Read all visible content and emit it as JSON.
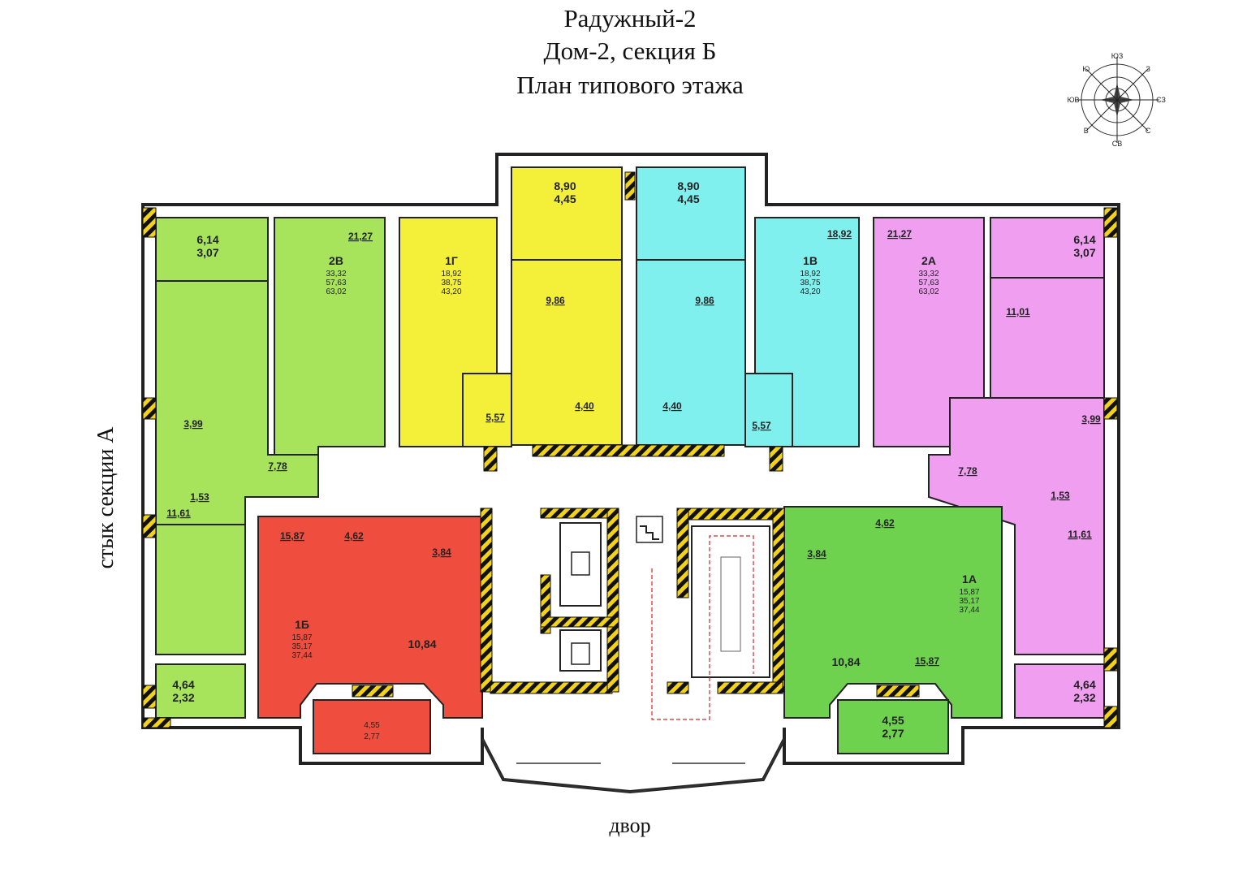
{
  "header": {
    "line1": "Радужный-2",
    "line2": "Дом-2, секция Б",
    "line3": "План типового этажа"
  },
  "side_label": "стык секции А",
  "bottom_label": "двор",
  "compass": {
    "labels": [
      "ЮЗ",
      "З",
      "СЗ",
      "С",
      "СВ",
      "В",
      "ЮВ",
      "Ю"
    ]
  },
  "colors": {
    "apt_2v": "#a7e35b",
    "apt_1g": "#f4f03a",
    "apt_1v": "#7ff0ee",
    "apt_2a": "#ef9ef0",
    "apt_1b": "#ef4d3d",
    "apt_1a": "#6fd24f"
  },
  "apartments": [
    {
      "id": "2v",
      "name": "2В",
      "areas": [
        "33,32",
        "57,63",
        "63,02"
      ]
    },
    {
      "id": "1g",
      "name": "1Г",
      "areas": [
        "18,92",
        "38,75",
        "43,20"
      ]
    },
    {
      "id": "1v",
      "name": "1В",
      "areas": [
        "18,92",
        "38,75",
        "43,20"
      ]
    },
    {
      "id": "2a",
      "name": "2А",
      "areas": [
        "33,32",
        "57,63",
        "63,02"
      ]
    },
    {
      "id": "1b",
      "name": "1Б",
      "areas": [
        "15,87",
        "35,17",
        "37,44"
      ]
    },
    {
      "id": "1a",
      "name": "1А",
      "areas": [
        "15,87",
        "35,17",
        "37,44"
      ]
    }
  ],
  "rooms": {
    "v_balcony": [
      "6,14",
      "3,07"
    ],
    "v_living": "21,27",
    "v_bath": "3,99",
    "v_wc": "1,53",
    "v_hall": "7,78",
    "v_bedroom": "11,61",
    "v_loggia": [
      "4,64",
      "2,32"
    ],
    "g_loggia": [
      "8,90",
      "4,45"
    ],
    "g_kitchen": "9,86",
    "g_bath": "4,40",
    "g_hall": "5,57",
    "vv_loggia": [
      "8,90",
      "4,45"
    ],
    "vv_kitchen": "9,86",
    "vv_bath": "4,40",
    "vv_hall": "5,57",
    "vv_living": "18,92",
    "a_living": "21,27",
    "a_balcony": [
      "6,14",
      "3,07"
    ],
    "a_kitchen": "11,01",
    "a_bath": "3,99",
    "a_hall": "7,78",
    "a_wc": "1,53",
    "a_bedroom": "11,61",
    "a_loggia": [
      "4,64",
      "2,32"
    ],
    "b_living": "15,87",
    "b_hall": "4,62",
    "b_bath": "3,84",
    "b_kitchen": "10,84",
    "b_balcony": [
      "4,55",
      "2,77"
    ],
    "aa_bath": "3,84",
    "aa_hall": "4,62",
    "aa_kitchen": "10,84",
    "aa_living": "15,87",
    "aa_balcony": [
      "4,55",
      "2,77"
    ]
  }
}
